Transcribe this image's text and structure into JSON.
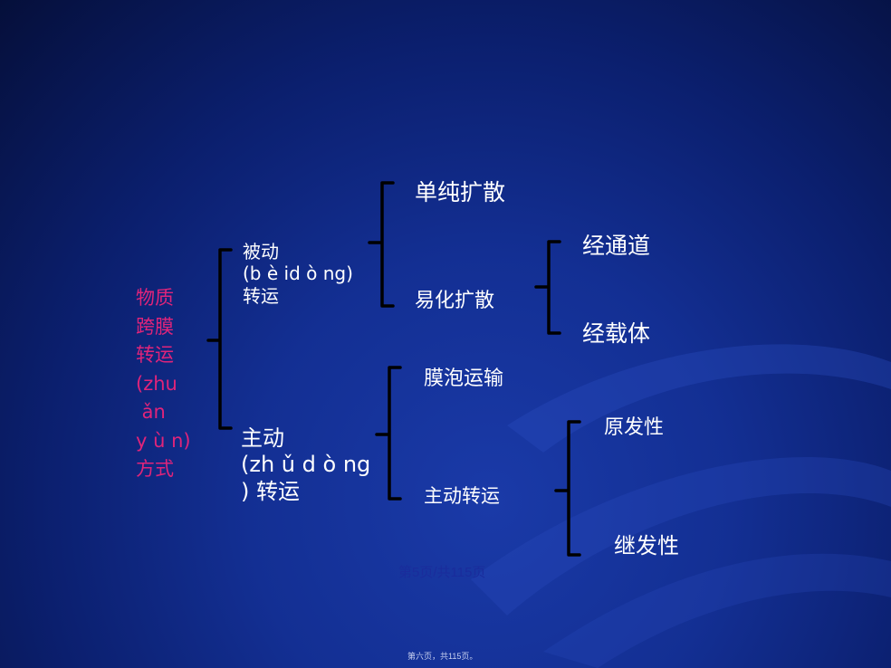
{
  "diagram": {
    "root": "物质\n跨膜\n转运\n(zhu\n ǎn\ny ù n)\n方式",
    "passive": "被动\n(b è id ò ng)\n转运",
    "active": "主动\n(zh ǔ d ò ng\n) 转运",
    "simple_diffusion": "单纯扩散",
    "facilitated_diffusion": "易化扩散",
    "via_channel": "经通道",
    "via_carrier": "经载体",
    "vesicular_transport": "膜泡运输",
    "active_transport": "主动转运",
    "primary": "原发性",
    "secondary": "继发性"
  },
  "slide": {
    "page_number": "第5页/共115页",
    "footer": "第六页，共115页。"
  },
  "colors": {
    "root_text": "#e0247a",
    "label_text": "#ffffff",
    "brace": "#000000"
  }
}
